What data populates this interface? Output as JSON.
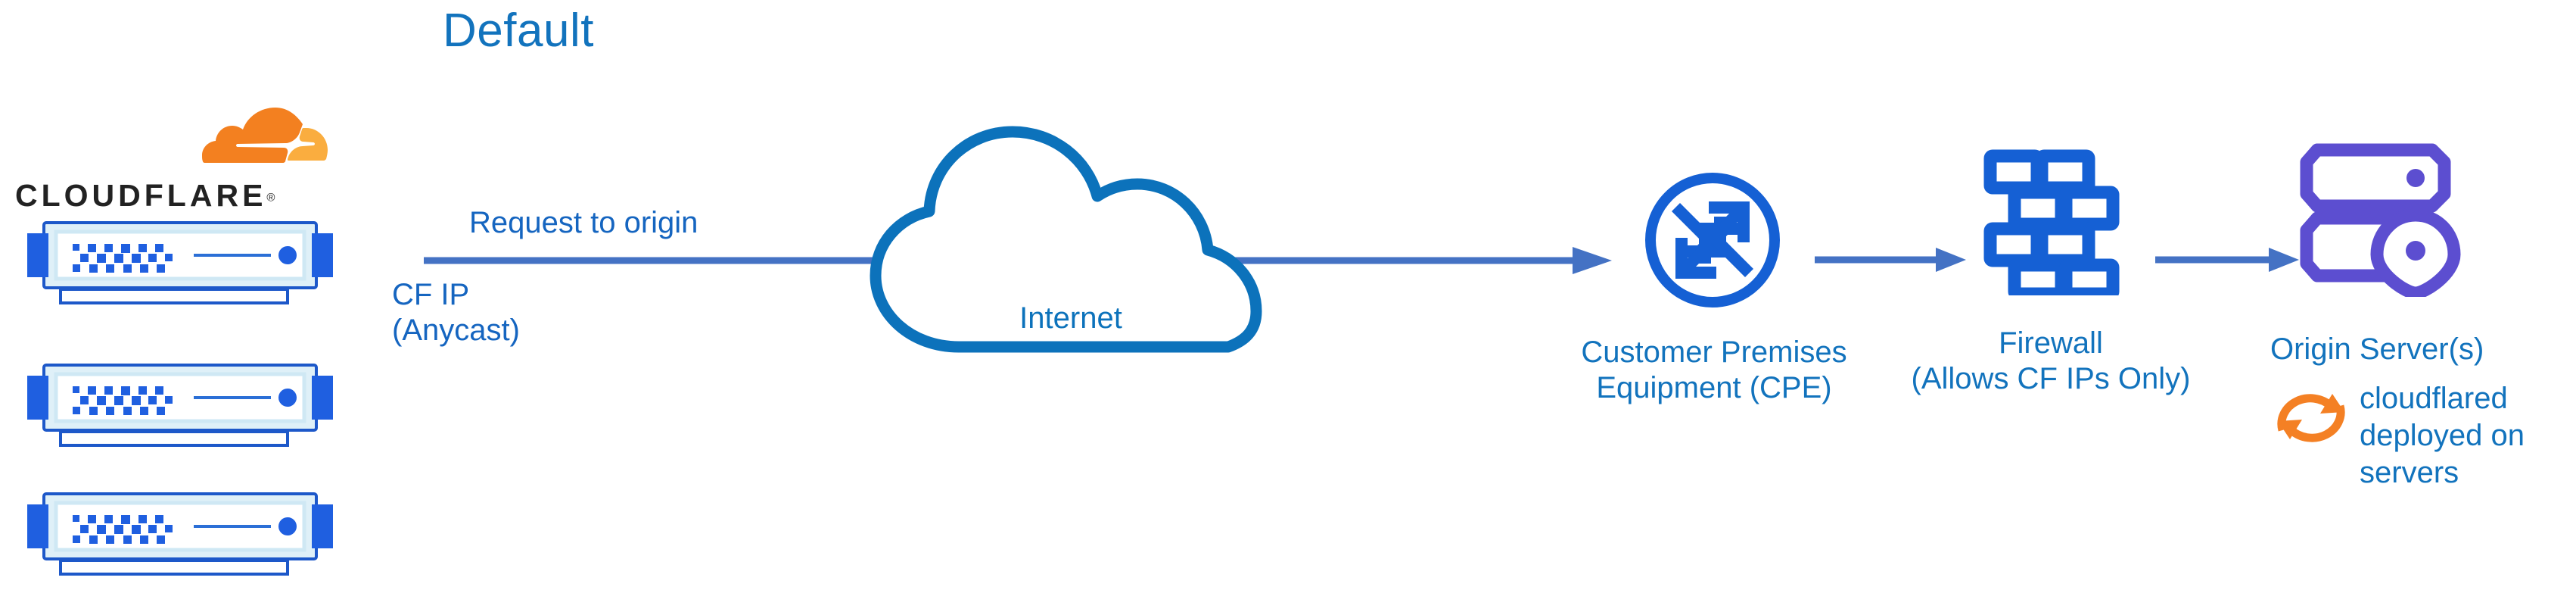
{
  "title": "Default",
  "colors": {
    "title_blue": "#1273bd",
    "label_blue": "#1565c0",
    "cloud_blue": "#0c72bb",
    "icon_blue": "#1560d4",
    "arrow_blue": "#4472c4",
    "server_purple": "#5c4ed0",
    "cloudflare_orange": "#f38020",
    "cloudflare_orange_light": "#faad3f",
    "wordmark_black": "#222222",
    "background": "#ffffff"
  },
  "logo": {
    "name": "cloudflare-logo",
    "wordmark": "CLOUDFLARE",
    "registered_mark": "®",
    "mark_icon": "cloudflare-cloud-icon"
  },
  "servers": {
    "icon": "server-rack-icon",
    "count": 3,
    "units": [
      {
        "label": ""
      },
      {
        "label": ""
      },
      {
        "label": ""
      }
    ]
  },
  "flow": {
    "request_label": "Request to origin",
    "cf_ip": {
      "line1": "CF IP",
      "line2": "(Anycast)"
    },
    "arrow_icon": "right-arrow-icon"
  },
  "internet": {
    "label": "Internet",
    "icon": "cloud-icon"
  },
  "cpe": {
    "icon": "router-icon",
    "label": {
      "line1": "Customer Premises",
      "line2": "Equipment (CPE)"
    }
  },
  "firewall": {
    "icon": "brick-wall-icon",
    "label": {
      "line1": "Firewall",
      "line2": "(Allows CF IPs Only)"
    }
  },
  "origin": {
    "icon": "server-location-pin-icon",
    "label": "Origin Server(s)",
    "cloudflared": {
      "icon": "sync-refresh-icon",
      "line1": "cloudflared",
      "line2": "deployed on",
      "line3": "servers"
    }
  }
}
